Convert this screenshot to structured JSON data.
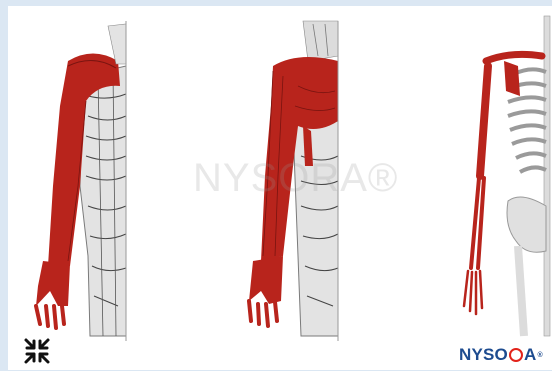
{
  "figure": {
    "panels": [
      "skin-dermatomes",
      "muscles-myotomes",
      "bones-osteotomes"
    ],
    "highlight_color": "#b8241c"
  },
  "watermark": {
    "text": "NYSORA®"
  },
  "logo": {
    "text": "NYSORA",
    "prefix": "NYSO",
    "suffix": "A",
    "registered": "®"
  },
  "icons": {
    "bottom_left": "collapse-arrows-icon"
  }
}
